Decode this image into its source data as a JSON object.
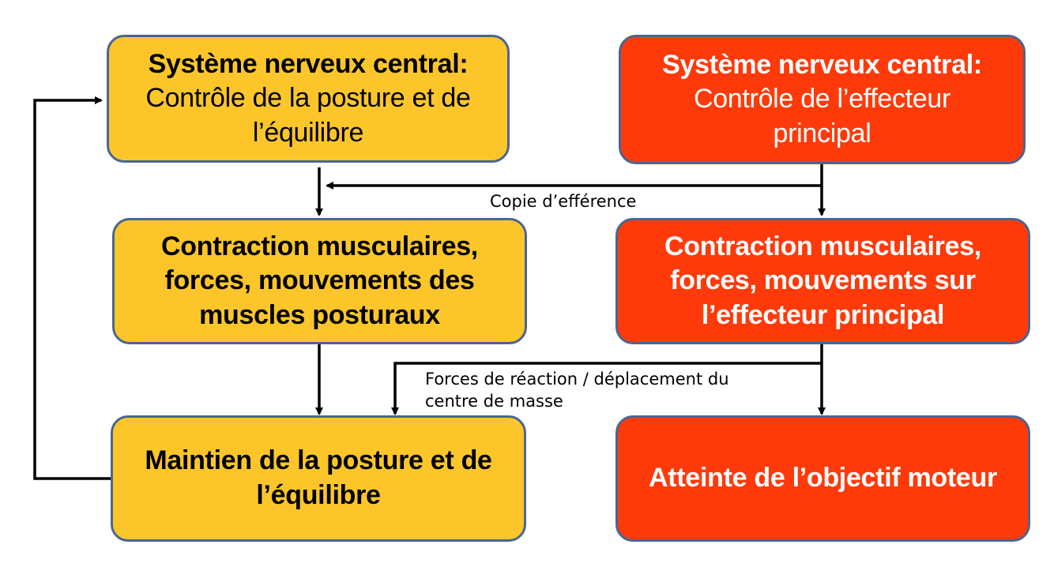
{
  "diagram": {
    "colors": {
      "posture_fill": "#fcc62a",
      "effector_fill": "#fe3a0a",
      "border": "#4a6690",
      "arrow": "#000000"
    },
    "nodes": {
      "cns_posture": {
        "title": "Système nerveux central:",
        "lines": [
          "Contrôle de la posture et de",
          "l’équilibre"
        ]
      },
      "cns_effector": {
        "title": "Système nerveux central:",
        "lines": [
          "Contrôle de l’effecteur",
          "principal"
        ]
      },
      "postural_contraction": {
        "lines": [
          "Contraction musculaires,",
          "forces, mouvements des",
          "muscles posturaux"
        ]
      },
      "effector_contraction": {
        "lines": [
          "Contraction musculaires,",
          "forces, mouvements sur",
          "l’effecteur principal"
        ]
      },
      "posture_maintenance": {
        "lines": [
          "Maintien de la posture et de",
          "l’équilibre"
        ]
      },
      "motor_goal": {
        "lines": [
          "Atteinte de l’objectif moteur"
        ]
      }
    },
    "edge_labels": {
      "efference_copy": "Copie d’efférence",
      "reaction_forces": [
        "Forces de réaction / déplacement du",
        "centre de masse"
      ]
    }
  }
}
